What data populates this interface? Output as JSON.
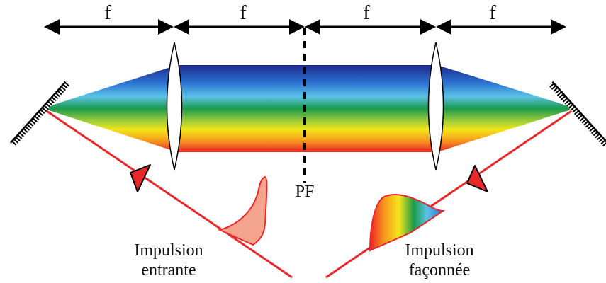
{
  "labels": {
    "focal": [
      "f",
      "f",
      "f",
      "f"
    ],
    "fourier_plane": "PF",
    "input_pulse": [
      "Impulsion",
      "entrante"
    ],
    "output_pulse": [
      "Impulsion",
      "façonnée"
    ]
  },
  "colors": {
    "beam_line": "#e8282b",
    "input_pulse_fill": "#f4a48c",
    "arrow": "#000000",
    "spectrum": [
      "#1e2a8c",
      "#2a6fd0",
      "#5cc2e8",
      "#1a9a4a",
      "#8cc63e",
      "#f2e61a",
      "#f79a1e",
      "#ec2227"
    ]
  },
  "icons": {
    "left_mirror": "mirror-icon",
    "right_mirror": "mirror-icon",
    "lens_1": "lens-icon",
    "lens_2": "lens-icon"
  }
}
